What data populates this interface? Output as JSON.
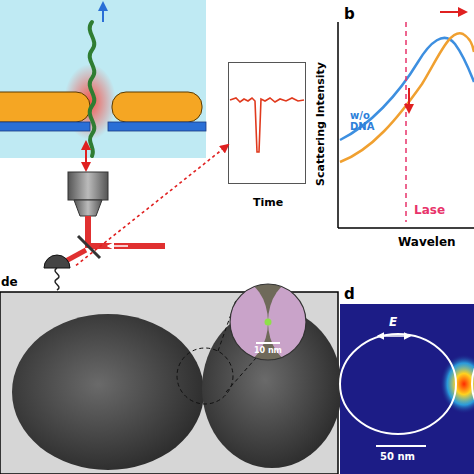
{
  "diagram": {
    "nodes": [
      {
        "text": [
          "de"
        ]
      },
      {
        "text": [
          "Scattering Intensity",
          "Time"
        ]
      }
    ],
    "edges": [
      {
        "from": 0,
        "to": 1,
        "arrow": "to"
      }
    ],
    "labels": [
      "b",
      "w/o DNA",
      "Lase",
      "Wavelen",
      "10 nm",
      "d",
      "E",
      "50 nm"
    ]
  }
}
